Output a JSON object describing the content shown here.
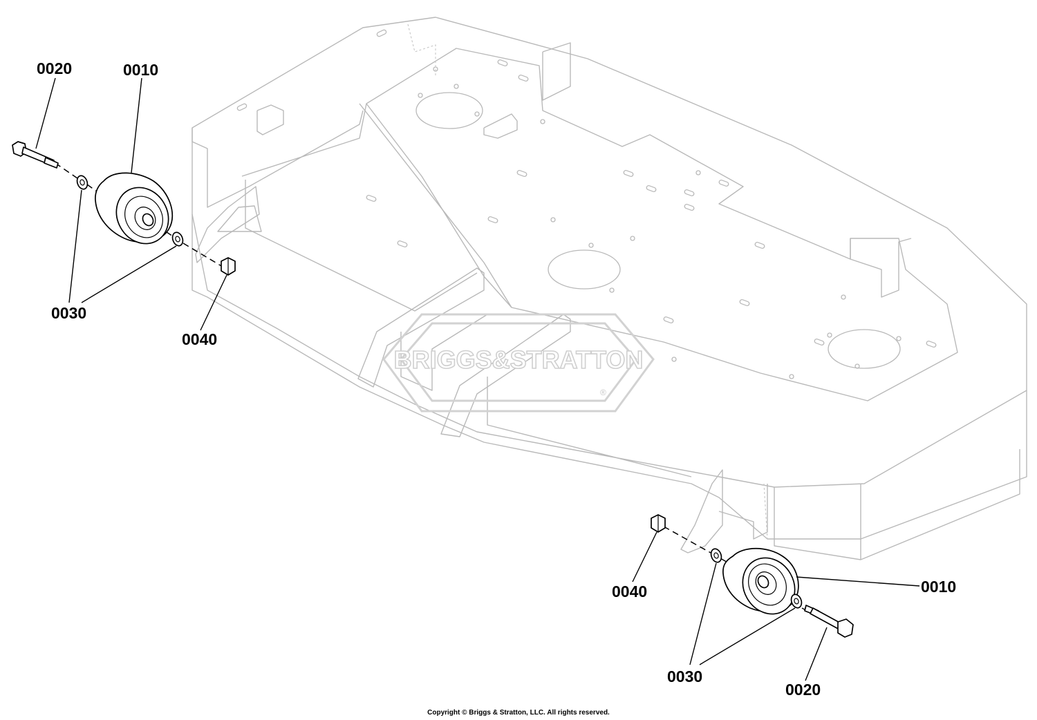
{
  "watermark": {
    "text": "BRIGGS&STRATTON",
    "registered_mark": "®"
  },
  "callouts": {
    "wheel_left": "0010",
    "bolt_left": "0020",
    "washer_left": "0030",
    "nut_left": "0040",
    "wheel_right": "0010",
    "bolt_right": "0020",
    "washer_right": "0030",
    "nut_right": "0040"
  },
  "copyright": "Copyright © Briggs & Stratton, LLC. All rights reserved."
}
